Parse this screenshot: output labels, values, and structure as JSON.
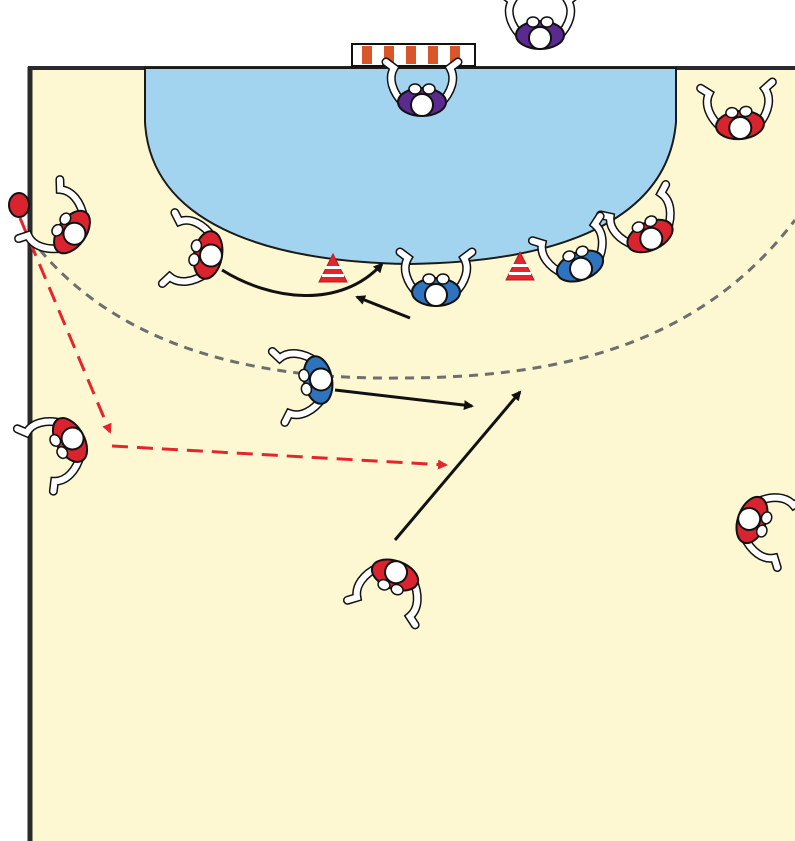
{
  "diagram": {
    "colors": {
      "court": "#fdf8d2",
      "goal_area": "#a2d4ef",
      "court_line": "#2a2a2a",
      "free_throw_line": "#6e6e6e",
      "attacker_red": "#d9232e",
      "defender_blue": "#2d73bd",
      "goalkeeper_purple": "#5b2a91",
      "cone": "#e3262d",
      "pass_arrow": "#e3262d",
      "run_arrow": "#111111",
      "goal_post_stripe": "#d9552a"
    },
    "players": [
      {
        "role": "goalkeeper",
        "team": "purple"
      },
      {
        "role": "goalkeeper",
        "team": "purple"
      },
      {
        "role": "attacker",
        "team": "red"
      },
      {
        "role": "attacker",
        "team": "red"
      },
      {
        "role": "attacker",
        "team": "red"
      },
      {
        "role": "attacker",
        "team": "red"
      },
      {
        "role": "attacker",
        "team": "red"
      },
      {
        "role": "attacker",
        "team": "red"
      },
      {
        "role": "attacker",
        "team": "red"
      },
      {
        "role": "defender",
        "team": "blue"
      },
      {
        "role": "defender",
        "team": "blue"
      },
      {
        "role": "defender",
        "team": "blue"
      }
    ],
    "equipment": [
      "cone",
      "cone",
      "ball",
      "goal"
    ]
  }
}
